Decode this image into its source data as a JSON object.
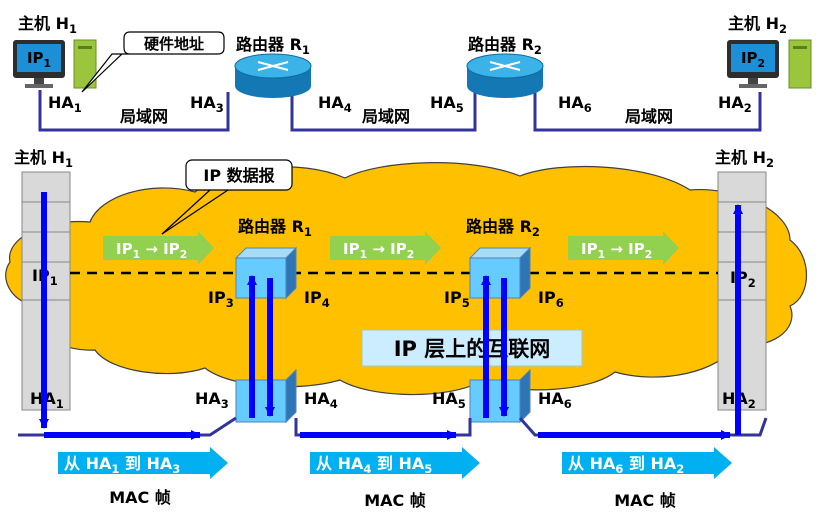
{
  "top": {
    "host1_title": "主机 H",
    "host1_title_sub": "1",
    "host2_title": "主机 H",
    "host2_title_sub": "2",
    "host1_ip": "IP",
    "host1_ip_sub": "1",
    "host2_ip": "IP",
    "host2_ip_sub": "2",
    "hw_address_callout": "硬件地址",
    "router1_title": "路由器 R",
    "router1_title_sub": "1",
    "router2_title": "路由器 R",
    "router2_title_sub": "2",
    "lan_label": "局域网",
    "ha1": "HA",
    "ha1_sub": "1",
    "ha2": "HA",
    "ha2_sub": "2",
    "ha3": "HA",
    "ha3_sub": "3",
    "ha4": "HA",
    "ha4_sub": "4",
    "ha5": "HA",
    "ha5_sub": "5",
    "ha6": "HA",
    "ha6_sub": "6"
  },
  "bottom": {
    "host1_title": "主机 H",
    "host1_title_sub": "1",
    "host2_title": "主机 H",
    "host2_title_sub": "2",
    "datagram_callout": "IP 数据报",
    "router1_title": "路由器 R",
    "router1_title_sub": "1",
    "router2_title": "路由器 R",
    "router2_title_sub": "2",
    "ip_layer_title": "IP 层上的互联网",
    "ip_flow": {
      "from": "IP",
      "from_sub": "1",
      "arrow": " → ",
      "to": "IP",
      "to_sub": "2"
    },
    "ip1": "IP",
    "ip1_sub": "1",
    "ip2": "IP",
    "ip2_sub": "2",
    "ip3": "IP",
    "ip3_sub": "3",
    "ip4": "IP",
    "ip4_sub": "4",
    "ip5": "IP",
    "ip5_sub": "5",
    "ip6": "IP",
    "ip6_sub": "6",
    "ha1": "HA",
    "ha1_sub": "1",
    "ha2": "HA",
    "ha2_sub": "2",
    "ha3": "HA",
    "ha3_sub": "3",
    "ha4": "HA",
    "ha4_sub": "4",
    "ha5": "HA",
    "ha5_sub": "5",
    "ha6": "HA",
    "ha6_sub": "6",
    "mac_frames": [
      {
        "prefix": "从 HA",
        "a_sub": "1",
        "mid": " 到 HA",
        "b_sub": "3"
      },
      {
        "prefix": "从 HA",
        "a_sub": "4",
        "mid": " 到 HA",
        "b_sub": "5"
      },
      {
        "prefix": "从 HA",
        "a_sub": "6",
        "mid": " 到 HA",
        "b_sub": "2"
      }
    ],
    "mac_frame_label": "MAC 帧"
  },
  "colors": {
    "cloud": "#FFC000",
    "network_line": "#333399",
    "flow_arrow": "#0000FF",
    "ip_tag": "#92D050",
    "mac_tag": "#00B0F0",
    "router_box": "#66CCFF",
    "stack_box": "#D9D9D9",
    "layer_label_bg": "#CCECFF",
    "router_icon": "#1E9ED8"
  }
}
